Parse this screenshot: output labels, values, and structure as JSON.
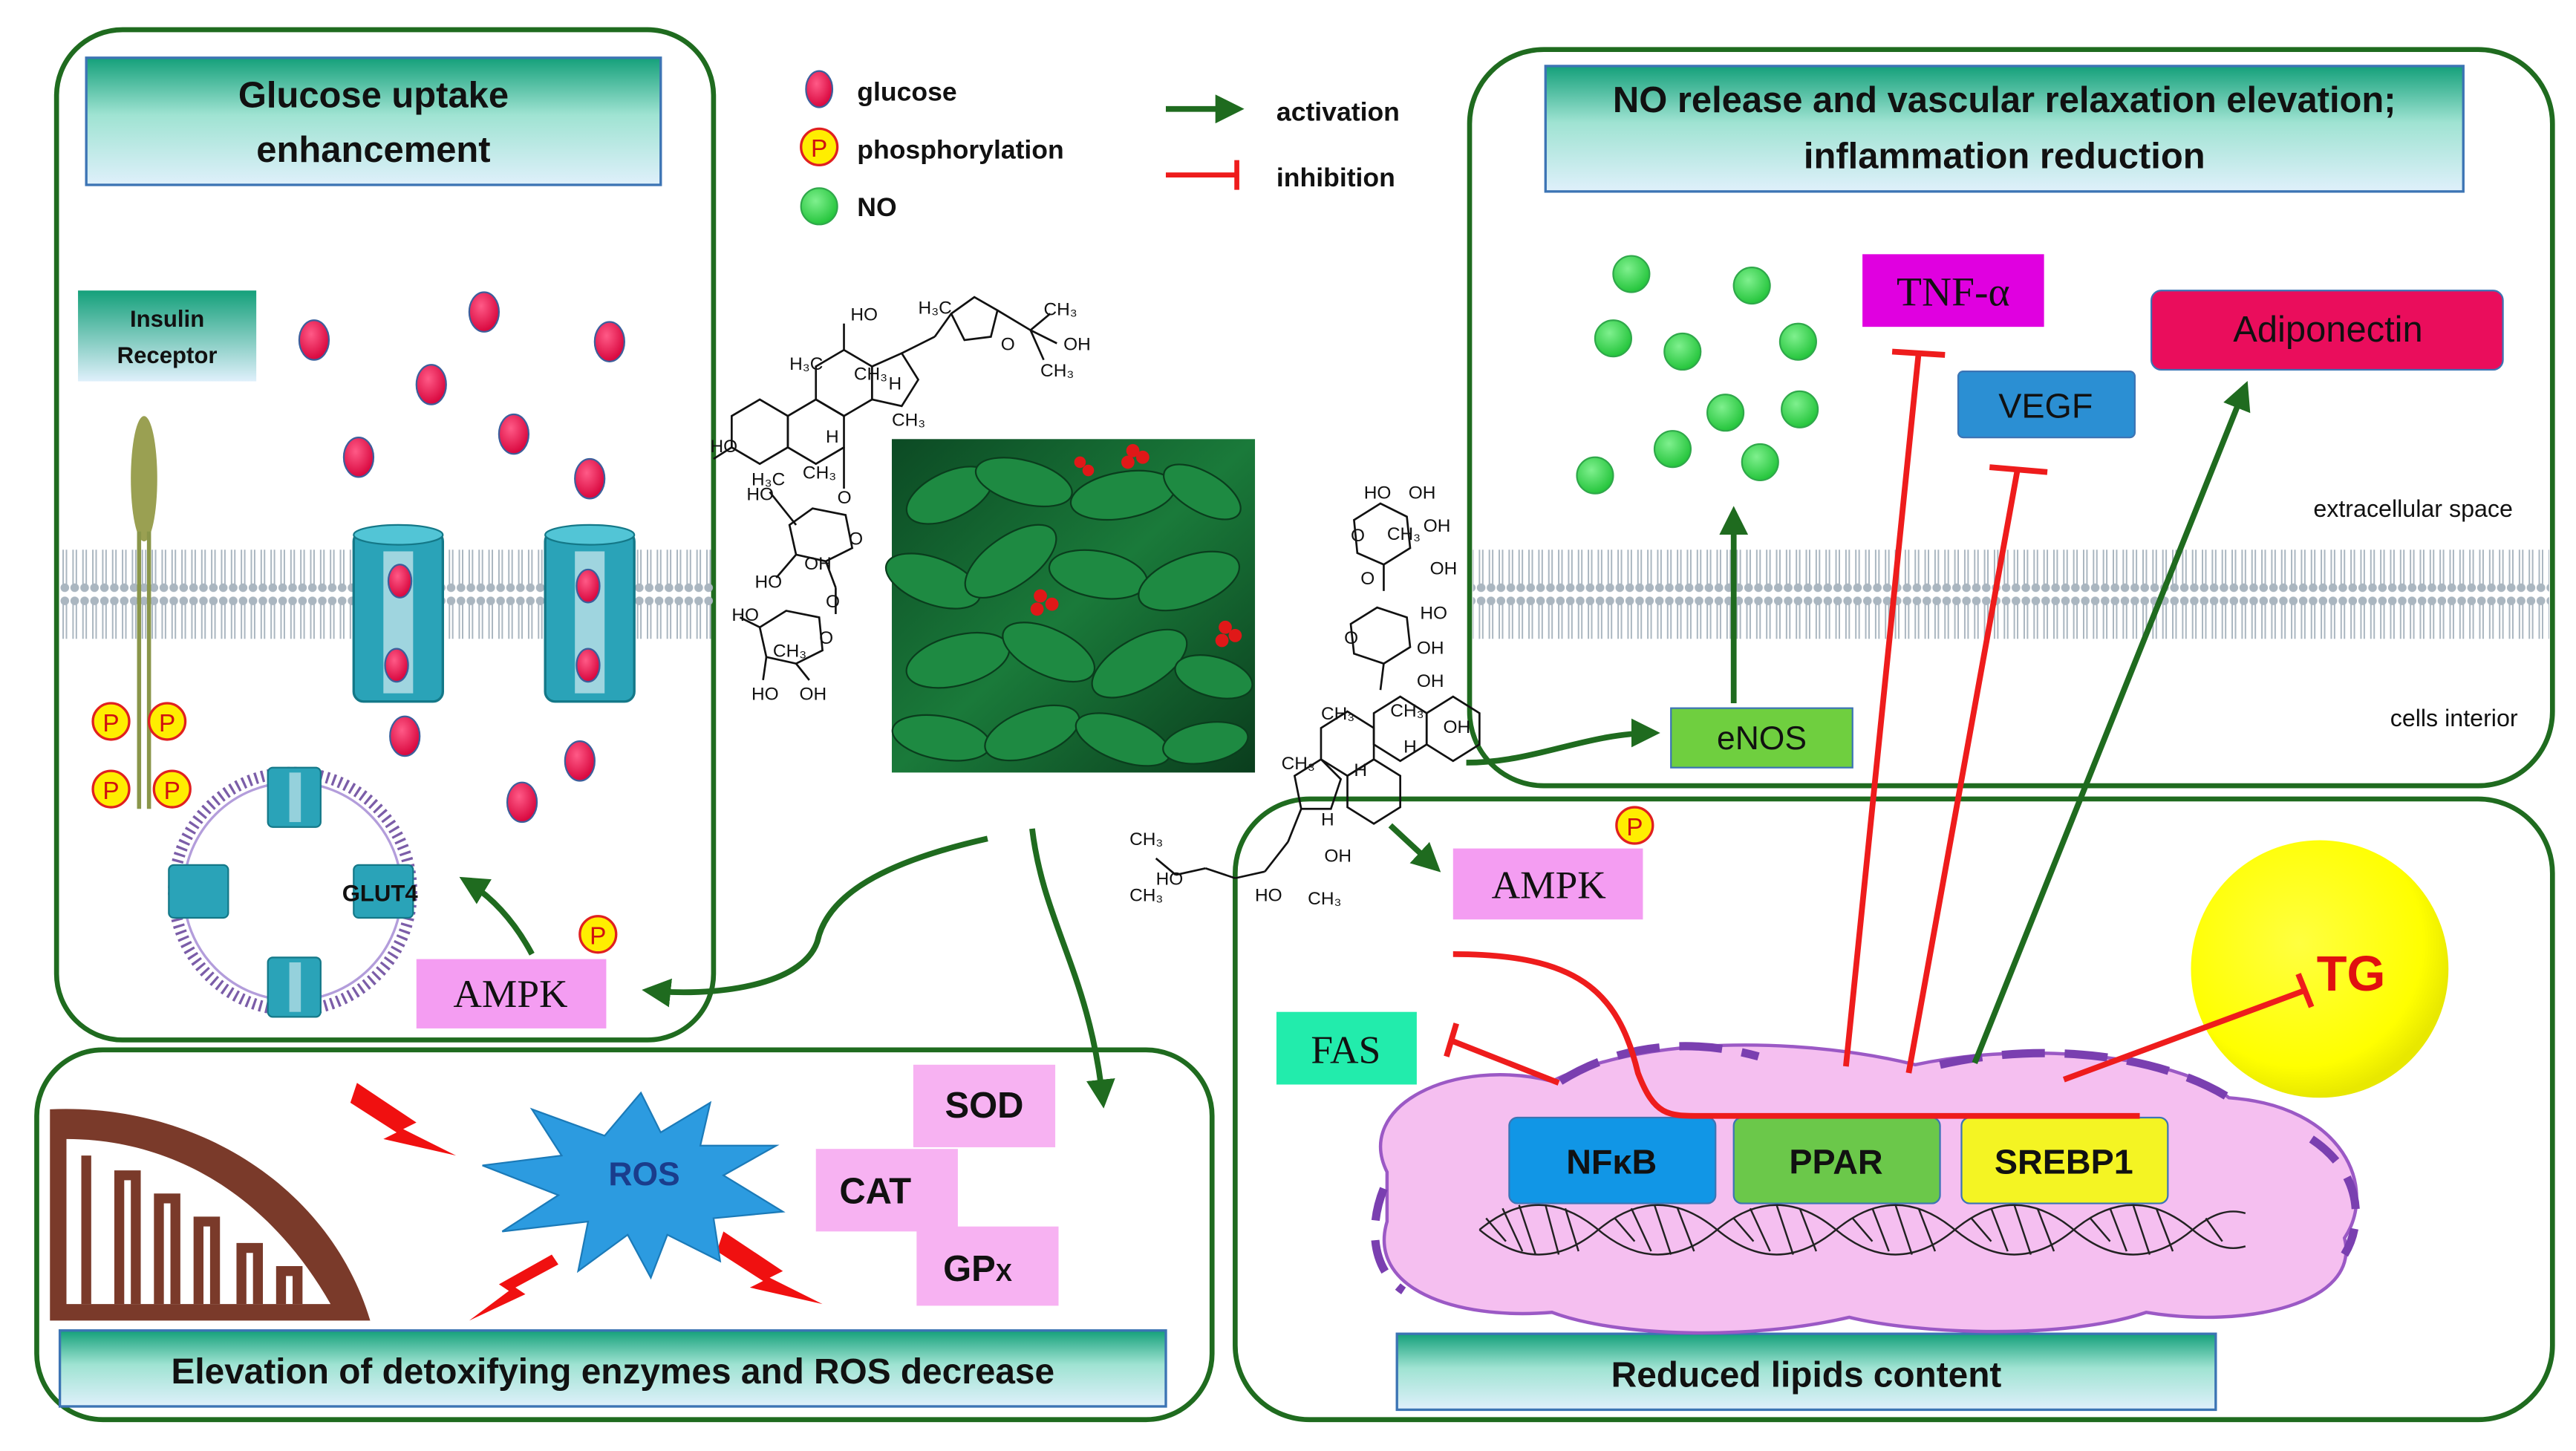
{
  "panels": {
    "glucose_title": "Glucose uptake enhancement",
    "no_title": "NO release and vascular relaxation elevation; inflammation reduction",
    "ros_title": "Elevation of detoxifying enzymes and ROS decrease",
    "lipids_title": "Reduced lipids content"
  },
  "legend": {
    "glucose": "glucose",
    "phosphorylation": "phosphorylation",
    "no": "NO",
    "activation": "activation",
    "inhibition": "inhibition",
    "p_symbol": "P"
  },
  "labels": {
    "insulin_receptor_line1": "Insulin",
    "insulin_receptor_line2": "Receptor",
    "glut4": "GLUT4",
    "ampk": "AMPK",
    "p": "P",
    "ros": "ROS",
    "sod": "SOD",
    "cat": "CAT",
    "gpx_main": "GP",
    "gpx_sub": "X",
    "enos": "eNOS",
    "tnf": "TNF-α",
    "vegf": "VEGF",
    "adiponectin": "Adiponectin",
    "fas": "FAS",
    "tg": "TG",
    "nfkb": "NFκB",
    "ppar": "PPAR",
    "srebp1": "SREBP1",
    "extracellular": "extracellular space",
    "interior": "cells interior"
  },
  "molecule1": {
    "ho1": "HO",
    "h3c1": "H₃C",
    "ch3a": "CH₃",
    "oh1": "OH",
    "ch3b": "CH₃",
    "h3c2": "H₃C",
    "ch3c": "CH₃",
    "h1": "H",
    "ch3d": "CH₃",
    "ho2": "HO",
    "h3c3": "H₃C",
    "ch3e": "CH₃",
    "h2": "H",
    "o1": "O",
    "ho3": "HO",
    "o2": "O",
    "ho4": "HO",
    "ho5": "HO",
    "o3": "O",
    "o4": "O",
    "ch3f": "CH₃",
    "ho6": "HO",
    "oh2": "OH",
    "oh3": "OH",
    "o5": "O"
  },
  "molecule2": {
    "ho1": "HO",
    "oh1": "OH",
    "o1": "O",
    "ch3": "CH₃",
    "oh2": "OH",
    "o2": "O",
    "oh3": "OH",
    "ho2": "HO",
    "oh4": "OH",
    "o3": "O",
    "oh5": "OH",
    "ch3b": "CH₃",
    "ch3c": "CH₃",
    "oh6": "OH",
    "h1": "H",
    "h2": "H",
    "ch3d": "CH₃",
    "h3": "H",
    "oh7": "OH",
    "ho3": "HO",
    "ch3e": "CH₃",
    "ho4": "HO",
    "ch3f": "CH₃",
    "ch3g": "CH₃"
  },
  "colors": {
    "panel_border": "#1f6b1f",
    "activation": "#1f6b1f",
    "inhibition": "#ee1c1c",
    "glucose": "#e8104f",
    "no": "#39d853",
    "membrane": "#9aa8b4",
    "channel": "#2aa3b8",
    "ampk_box": "#f49df2",
    "tnf_box": "#e000e0",
    "vegf_box": "#2b8fd3",
    "adiponectin_box": "#ea0d5c",
    "fas_box": "#22ecac",
    "enos_box": "#6fcf3f",
    "nfkb_box": "#1196e6",
    "ppar_box": "#6bc84a",
    "srebp1_box": "#f4f423",
    "nucleus": "#f5bff0",
    "tg_sphere": "#ffff00",
    "mito": "#7a3a2a",
    "ros": "#2c9be0",
    "enzyme_box": "#f7b2f2",
    "bolt": "#f01010"
  },
  "icons": [
    "glucose-dot",
    "phosphate-icon",
    "no-dot",
    "activation-arrow-icon",
    "inhibition-arrow-icon",
    "lightning-bolt-icon",
    "mitochondrion-icon",
    "dna-helix-icon",
    "ginseng-photo"
  ]
}
